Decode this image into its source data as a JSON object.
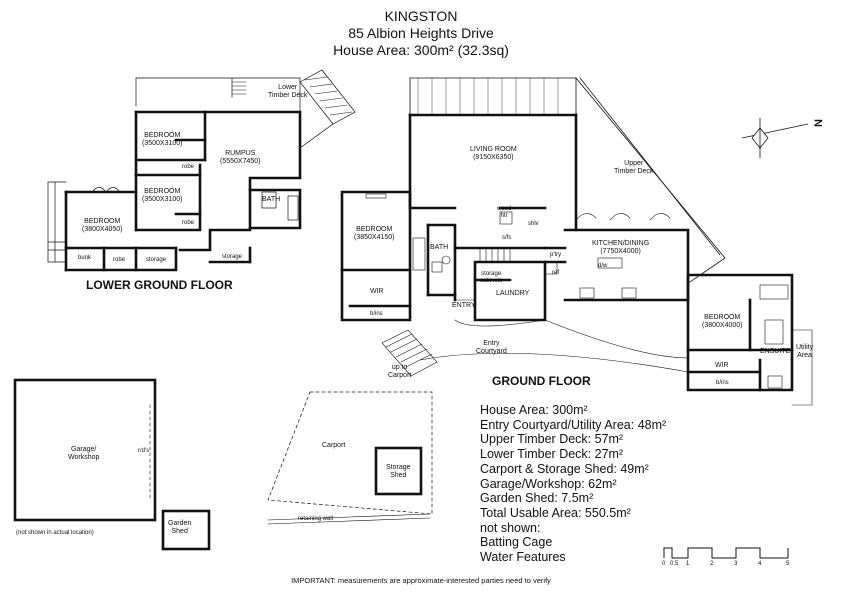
{
  "header": {
    "title": "KINGSTON",
    "address": "85 Albion Heights Drive",
    "house_area": "House Area: 300m² (32.3sq)"
  },
  "floors": {
    "lower": "LOWER GROUND FLOOR",
    "ground": "GROUND FLOOR"
  },
  "rooms": {
    "lower_deck": [
      "Lower",
      "Timber Deck"
    ],
    "bed_l1": [
      "BEDROOM",
      "(3500X3100)"
    ],
    "bed_l2": [
      "BEDROOM",
      "(3500X3100)"
    ],
    "rumpus": [
      "RUMPUS",
      "(5550X7450)"
    ],
    "bed_l3": [
      "BEDROOM",
      "(3800X4050)"
    ],
    "robe1": "robe",
    "robe2": "robe",
    "bath_l": "BATH",
    "bunk": "bunk",
    "robe3": "robe",
    "storage1": "storage",
    "storage2": "storage",
    "living": [
      "LIVING ROOM",
      "(9150X6350)"
    ],
    "upper_deck": [
      "Upper",
      "Timber Deck"
    ],
    "bed_g1": [
      "BEDROOM",
      "(3850X4150)"
    ],
    "wir1": "WIR",
    "blns1": "b/ins",
    "bath_g": "BATH",
    "wood": [
      "wood",
      "htr"
    ],
    "shlv": "shlv",
    "sfs": "s/fs",
    "storage_cab": [
      "storage",
      "cabinets"
    ],
    "laundry": "LAUNDRY",
    "pantry": "p'try",
    "ref": "ref",
    "kitchen": [
      "KITCHEN/DINING",
      "(7750X4000)"
    ],
    "dw": "d/w",
    "entry": "ENTRY",
    "entry_courtyard": [
      "Entry",
      "Courtyard"
    ],
    "up_carport": [
      "up to",
      "Carport"
    ],
    "bed_g2": [
      "BEDROOM",
      "(3800X4000)"
    ],
    "ensuite": "ENSUITE",
    "utility": [
      "Utility",
      "Area"
    ],
    "wir2": "WIR",
    "blns2": "b/ins",
    "garage": [
      "Garage/",
      "Workshop"
    ],
    "rds": "r/d's",
    "not_shown": "(not shown in actual location)",
    "garden_shed": [
      "Garden",
      "Shed"
    ],
    "carport": "Carport",
    "storage_shed": [
      "Storage",
      "Shed"
    ],
    "retaining": "retaining wall"
  },
  "areas": [
    "House Area: 300m²",
    "Entry Courtyard/Utility Area: 48m²",
    "Upper Timber Deck: 57m²",
    "Lower Timber Deck: 27m²",
    "Carport & Storage Shed: 49m²",
    "Garage/Workshop: 62m²",
    "Garden Shed: 7.5m²",
    "Total Usable Area: 550.5m²",
    "not shown:",
    "Batting Cage",
    "Water Features"
  ],
  "scale": [
    "0",
    "0.5",
    "1",
    "2",
    "3",
    "4",
    "5"
  ],
  "compass": "N",
  "footer": "IMPORTANT: measurements are approximate-interested parties need to verify"
}
